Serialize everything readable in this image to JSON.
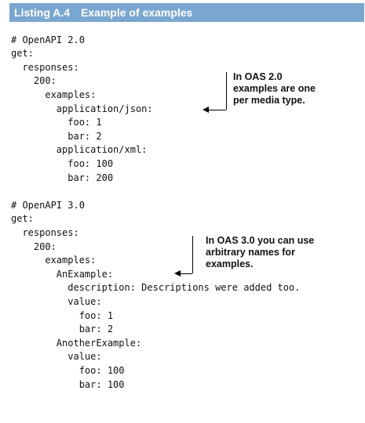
{
  "listing": {
    "number": "Listing A.4",
    "title": "Example of examples"
  },
  "code": {
    "lines": [
      "# OpenAPI 2.0",
      "get:",
      "  responses:",
      "    200:",
      "      examples:",
      "        application/json:",
      "          foo: 1",
      "          bar: 2",
      "        application/xml:",
      "          foo: 100",
      "          bar: 200",
      "",
      "# OpenAPI 3.0",
      "get:",
      "  responses:",
      "    200:",
      "      examples:",
      "        AnExample:",
      "          description: Descriptions were added too.",
      "          value:",
      "            foo: 1",
      "            bar: 2",
      "        AnotherExample:",
      "          value:",
      "            foo: 100",
      "            bar: 100"
    ]
  },
  "annotations": {
    "oas2": {
      "lines": [
        "In OAS 2.0",
        "examples are one",
        "per media type."
      ]
    },
    "oas3": {
      "lines": [
        "In OAS 3.0 you can use",
        "arbitrary names for",
        "examples."
      ]
    }
  }
}
